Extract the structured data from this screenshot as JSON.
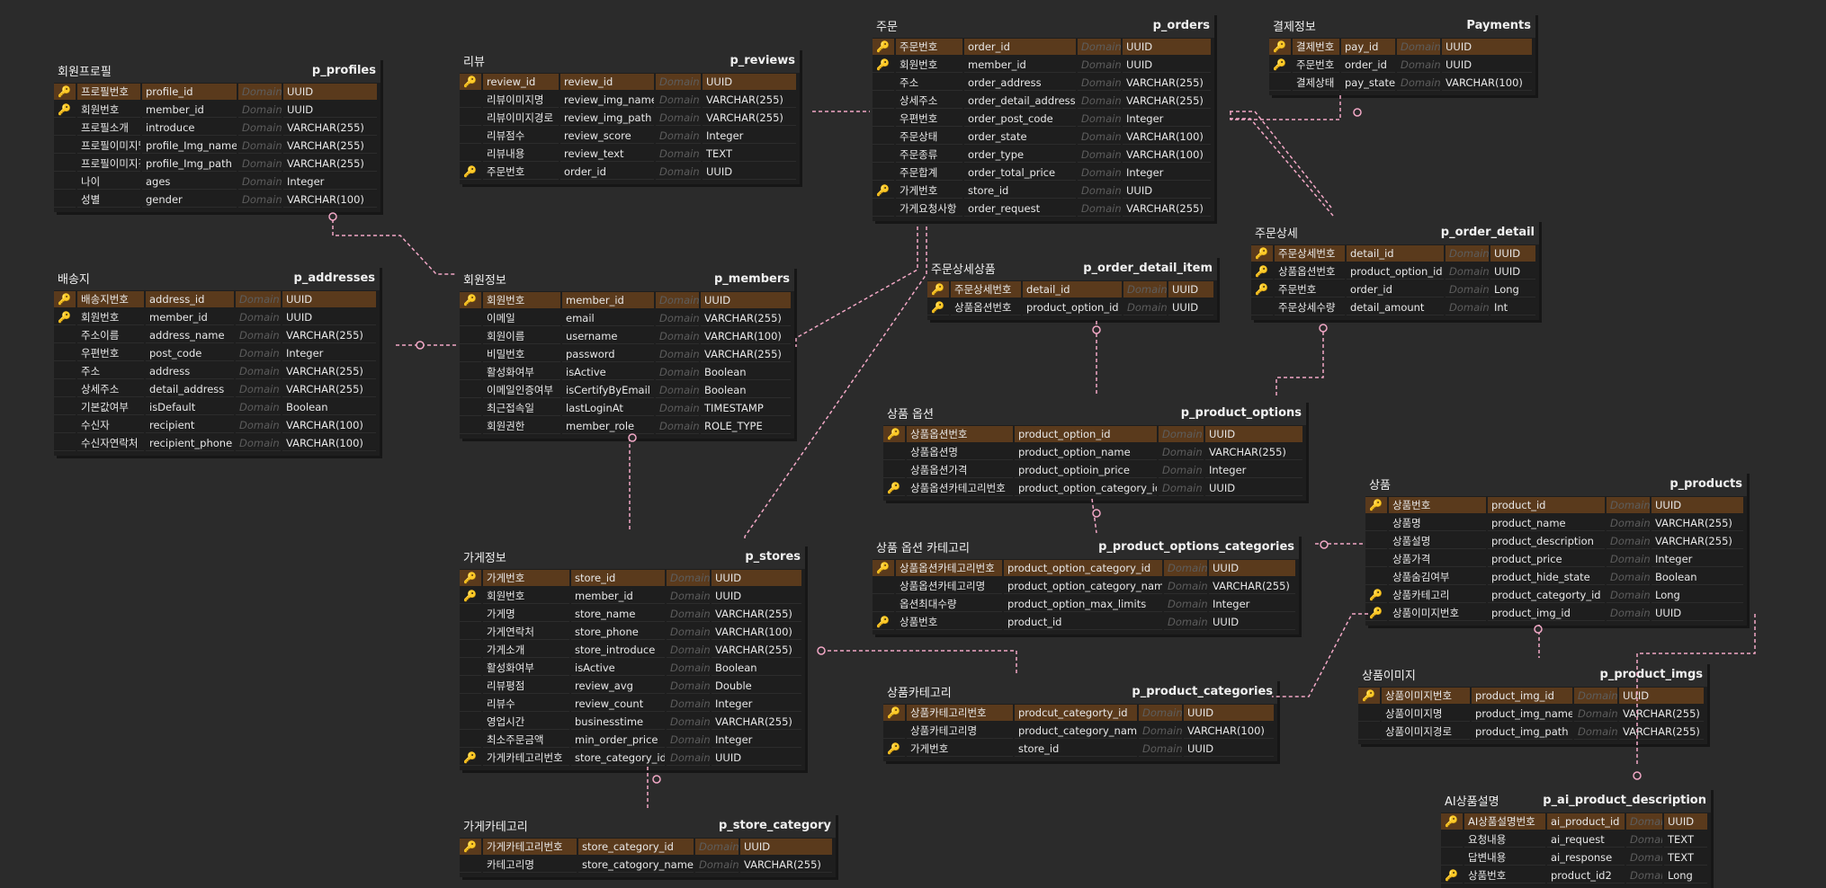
{
  "colors": {
    "background": "#2b2b2b",
    "pk_row": "#5a3a1c",
    "relation_line": "#f2a8c6",
    "pk_key": "#e8b21a",
    "fk_key": "#e7a6c0"
  },
  "tables": [
    {
      "id": "p_profiles",
      "logical": "회원프로필",
      "physical": "p_profiles",
      "cols": [
        70,
        105,
        48,
        104
      ],
      "rows": [
        [
          "pk",
          "프로필번호",
          "profile_id",
          "Domain",
          "UUID"
        ],
        [
          "fk",
          "회원번호",
          "member_id",
          "Domain",
          "UUID"
        ],
        [
          "",
          "프로필소개",
          "introduce",
          "Domain",
          "VARCHAR(255)"
        ],
        [
          "",
          "프로필이미지명",
          "profile_Img_name",
          "Domain",
          "VARCHAR(255)"
        ],
        [
          "",
          "프로필이미지경로",
          "profile_Img_path",
          "Domain",
          "VARCHAR(255)"
        ],
        [
          "",
          "나이",
          "ages",
          "Domain",
          "Integer"
        ],
        [
          "",
          "성별",
          "gender",
          "Domain",
          "VARCHAR(100)"
        ]
      ]
    },
    {
      "id": "p_reviews",
      "logical": "리뷰",
      "physical": "p_reviews",
      "cols": [
        84,
        104,
        50,
        104
      ],
      "rows": [
        [
          "pk",
          "review_id",
          "review_id",
          "Domain",
          "UUID"
        ],
        [
          "",
          "리뷰이미지명",
          "review_img_name",
          "Domain",
          "VARCHAR(255)"
        ],
        [
          "",
          "리뷰이미지경로",
          "review_img_path",
          "Domain",
          "VARCHAR(255)"
        ],
        [
          "",
          "리뷰점수",
          "review_score",
          "Domain",
          "Integer"
        ],
        [
          "",
          "리뷰내용",
          "review_text",
          "Domain",
          "TEXT"
        ],
        [
          "fk",
          "주문번호",
          "order_id",
          "Domain",
          "UUID"
        ]
      ]
    },
    {
      "id": "p_orders",
      "logical": "주문",
      "physical": "p_orders",
      "cols": [
        74,
        124,
        48,
        98
      ],
      "rows": [
        [
          "pk",
          "주문번호",
          "order_id",
          "Domain",
          "UUID"
        ],
        [
          "fk",
          "회원번호",
          "member_id",
          "Domain",
          "UUID"
        ],
        [
          "",
          "주소",
          "order_address",
          "Domain",
          "VARCHAR(255)"
        ],
        [
          "",
          "상세주소",
          "order_detail_address",
          "Domain",
          "VARCHAR(255)"
        ],
        [
          "",
          "우편번호",
          "order_post_code",
          "Domain",
          "Integer"
        ],
        [
          "",
          "주문상태",
          "order_state",
          "Domain",
          "VARCHAR(100)"
        ],
        [
          "",
          "주문종류",
          "order_type",
          "Domain",
          "VARCHAR(100)"
        ],
        [
          "",
          "주문합계",
          "order_total_price",
          "Domain",
          "Integer"
        ],
        [
          "fk",
          "가게번호",
          "store_id",
          "Domain",
          "UUID"
        ],
        [
          "",
          "가게요청사항",
          "order_request",
          "Domain",
          "VARCHAR(255)"
        ]
      ]
    },
    {
      "id": "Payments",
      "logical": "결제정보",
      "physical": "Payments",
      "cols": [
        52,
        60,
        48,
        100
      ],
      "rows": [
        [
          "pk",
          "결제번호",
          "pay_id",
          "Domain",
          "UUID"
        ],
        [
          "fk",
          "주문번호",
          "order_id",
          "Domain",
          "UUID"
        ],
        [
          "",
          "결제상태",
          "pay_state",
          "Domain",
          "VARCHAR(100)"
        ]
      ]
    },
    {
      "id": "p_order_detail",
      "logical": "주문상세",
      "physical": "p_order_detail",
      "cols": [
        78,
        108,
        48,
        50
      ],
      "rows": [
        [
          "pk",
          "주문상세번호",
          "detail_id",
          "Domain",
          "UUID"
        ],
        [
          "fk",
          "상품옵션번호",
          "product_option_id",
          "Domain",
          "UUID"
        ],
        [
          "fk",
          "주문번호",
          "order_id",
          "Domain",
          "Long"
        ],
        [
          "",
          "주문상세수량",
          "detail_amount",
          "Domain",
          "Int"
        ]
      ]
    },
    {
      "id": "p_order_detail_item",
      "logical": "주문상세상품",
      "physical": "p_order_detail_item",
      "cols": [
        78,
        110,
        48,
        50
      ],
      "rows": [
        [
          "pf",
          "주문상세번호",
          "detail_id",
          "Domain",
          "UUID"
        ],
        [
          "fk",
          "상품옵션번호",
          "product_option_id",
          "Domain",
          "UUID"
        ]
      ]
    },
    {
      "id": "p_addresses",
      "logical": "배송지",
      "physical": "p_addresses",
      "cols": [
        74,
        98,
        50,
        104
      ],
      "rows": [
        [
          "pk",
          "배송지번호",
          "address_id",
          "Domain",
          "UUID"
        ],
        [
          "fk",
          "회원번호",
          "member_id",
          "Domain",
          "UUID"
        ],
        [
          "",
          "주소이름",
          "address_name",
          "Domain",
          "VARCHAR(255)"
        ],
        [
          "",
          "우편번호",
          "post_code",
          "Domain",
          "Integer"
        ],
        [
          "",
          "주소",
          "address",
          "Domain",
          "VARCHAR(255)"
        ],
        [
          "",
          "상세주소",
          "detail_address",
          "Domain",
          "VARCHAR(255)"
        ],
        [
          "",
          "기본값여부",
          "isDefault",
          "Domain",
          "Boolean"
        ],
        [
          "",
          "수신자",
          "recipient",
          "Domain",
          "VARCHAR(100)"
        ],
        [
          "",
          "수신자연락처",
          "recipient_phone",
          "Domain",
          "VARCHAR(100)"
        ]
      ]
    },
    {
      "id": "p_members",
      "logical": "회원정보",
      "physical": "p_members",
      "cols": [
        86,
        102,
        48,
        100
      ],
      "rows": [
        [
          "pk",
          "회원번호",
          "member_id",
          "Domain",
          "UUID"
        ],
        [
          "",
          "이메일",
          "email",
          "Domain",
          "VARCHAR(255)"
        ],
        [
          "",
          "회원이름",
          "username",
          "Domain",
          "VARCHAR(100)"
        ],
        [
          "",
          "비밀번호",
          "password",
          "Domain",
          "VARCHAR(255)"
        ],
        [
          "",
          "활성화여부",
          "isActive",
          "Domain",
          "Boolean"
        ],
        [
          "",
          "이메일인증여부",
          "isCertifyByEmail",
          "Domain",
          "Boolean"
        ],
        [
          "",
          "최근접속일",
          "lastLoginAt",
          "Domain",
          "TIMESTAMP"
        ],
        [
          "",
          "회원권한",
          "member_role",
          "Domain",
          "ROLE_TYPE"
        ]
      ]
    },
    {
      "id": "p_product_options",
      "logical": "상품 옵션",
      "physical": "p_product_options",
      "cols": [
        118,
        158,
        50,
        108
      ],
      "rows": [
        [
          "pk",
          "상품옵션번호",
          "product_option_id",
          "Domain",
          "UUID"
        ],
        [
          "",
          "상품옵션명",
          "product_option_name",
          "Domain",
          "VARCHAR(255)"
        ],
        [
          "",
          "상품옵션가격",
          "product_optioin_price",
          "Domain",
          "Integer"
        ],
        [
          "fk",
          "상품옵션카테고리번호",
          "product_option_category_id",
          "Domain",
          "UUID"
        ]
      ]
    },
    {
      "id": "p_products",
      "logical": "상품",
      "physical": "p_products",
      "cols": [
        108,
        130,
        48,
        102
      ],
      "rows": [
        [
          "pk",
          "상품번호",
          "product_id",
          "Domain",
          "UUID"
        ],
        [
          "",
          "상품명",
          "product_name",
          "Domain",
          "VARCHAR(255)"
        ],
        [
          "",
          "상품설명",
          "product_description",
          "Domain",
          "VARCHAR(255)"
        ],
        [
          "",
          "상품가격",
          "product_price",
          "Domain",
          "Integer"
        ],
        [
          "",
          "상품숨김여부",
          "product_hide_state",
          "Domain",
          "Boolean"
        ],
        [
          "fk",
          "상품카테고리",
          "product_categorty_id",
          "Domain",
          "Long"
        ],
        [
          "fk",
          "상품이미지번호",
          "product_img_id",
          "Domain",
          "UUID"
        ]
      ]
    },
    {
      "id": "p_product_options_categories",
      "logical": "상품 옵션 카테고리",
      "physical": "p_product_options_categories",
      "cols": [
        118,
        176,
        48,
        96
      ],
      "rows": [
        [
          "pk",
          "상품옵션카테고리번호",
          "product_option_category_id",
          "Domain",
          "UUID"
        ],
        [
          "",
          "상품옵션카테고리명",
          "product_option_category_name",
          "Domain",
          "VARCHAR(255)"
        ],
        [
          "",
          "옵션최대수량",
          "product_option_max_limits",
          "Domain",
          "Integer"
        ],
        [
          "fk",
          "상품번호",
          "product_id",
          "Domain",
          "UUID"
        ]
      ]
    },
    {
      "id": "p_stores",
      "logical": "가게정보",
      "physical": "p_stores",
      "cols": [
        96,
        104,
        48,
        100
      ],
      "rows": [
        [
          "pk",
          "가게번호",
          "store_id",
          "Domain",
          "UUID"
        ],
        [
          "fk",
          "회원번호",
          "member_id",
          "Domain",
          "UUID"
        ],
        [
          "",
          "가게명",
          "store_name",
          "Domain",
          "VARCHAR(255)"
        ],
        [
          "",
          "가게연락처",
          "store_phone",
          "Domain",
          "VARCHAR(100)"
        ],
        [
          "",
          "가게소개",
          "store_introduce",
          "Domain",
          "VARCHAR(255)"
        ],
        [
          "",
          "활성화여부",
          "isActive",
          "Domain",
          "Boolean"
        ],
        [
          "",
          "리뷰평점",
          "review_avg",
          "Domain",
          "Double"
        ],
        [
          "",
          "리뷰수",
          "review_count",
          "Domain",
          "Integer"
        ],
        [
          "",
          "영업시간",
          "businesstime",
          "Domain",
          "VARCHAR(255)"
        ],
        [
          "",
          "최소주문금액",
          "min_order_price",
          "Domain",
          "Integer"
        ],
        [
          "fk",
          "가게카테고리번호",
          "store_category_id",
          "Domain",
          "UUID"
        ]
      ]
    },
    {
      "id": "p_product_categories",
      "logical": "상품카테고리",
      "physical": "p_product_categories",
      "cols": [
        118,
        136,
        48,
        100
      ],
      "rows": [
        [
          "pk",
          "상품카테고리번호",
          "prodcut_categorty_id",
          "Domain",
          "UUID"
        ],
        [
          "",
          "상품카테고리명",
          "product_category_name",
          "Domain",
          "VARCHAR(100)"
        ],
        [
          "fk",
          "가게번호",
          "store_id",
          "Domain",
          "UUID"
        ]
      ]
    },
    {
      "id": "p_product_imgs",
      "logical": "상품이미지",
      "physical": "p_product_imgs",
      "cols": [
        98,
        112,
        48,
        94
      ],
      "rows": [
        [
          "pk",
          "상품이미지번호",
          "product_img_id",
          "Domain",
          "UUID"
        ],
        [
          "",
          "상품이미지명",
          "product_img_name",
          "Domain",
          "VARCHAR(255)"
        ],
        [
          "",
          "상품이미지경로",
          "product_img_path",
          "Domain",
          "VARCHAR(255)"
        ]
      ]
    },
    {
      "id": "p_store_category",
      "logical": "가게카테고리",
      "physical": "p_store_category",
      "cols": [
        104,
        128,
        48,
        102
      ],
      "rows": [
        [
          "pk",
          "가게카테고리번호",
          "store_category_id",
          "Domain",
          "UUID"
        ],
        [
          "",
          "카테고리명",
          "store_catogory_name",
          "Domain",
          "VARCHAR(255)"
        ]
      ]
    },
    {
      "id": "p_ai_product_description",
      "logical": "AI상품설명",
      "physical": "p_ai_product_description",
      "cols": [
        90,
        86,
        40,
        48
      ],
      "rows": [
        [
          "pk",
          "AI상품설명번호",
          "ai_product_id",
          "Domain",
          "UUID"
        ],
        [
          "",
          "요청내용",
          "ai_request",
          "Domain",
          "TEXT"
        ],
        [
          "",
          "답변내용",
          "ai_response",
          "Domain",
          "TEXT"
        ],
        [
          "fk",
          "상품번호",
          "product_id2",
          "Domain",
          "Long"
        ]
      ]
    }
  ]
}
